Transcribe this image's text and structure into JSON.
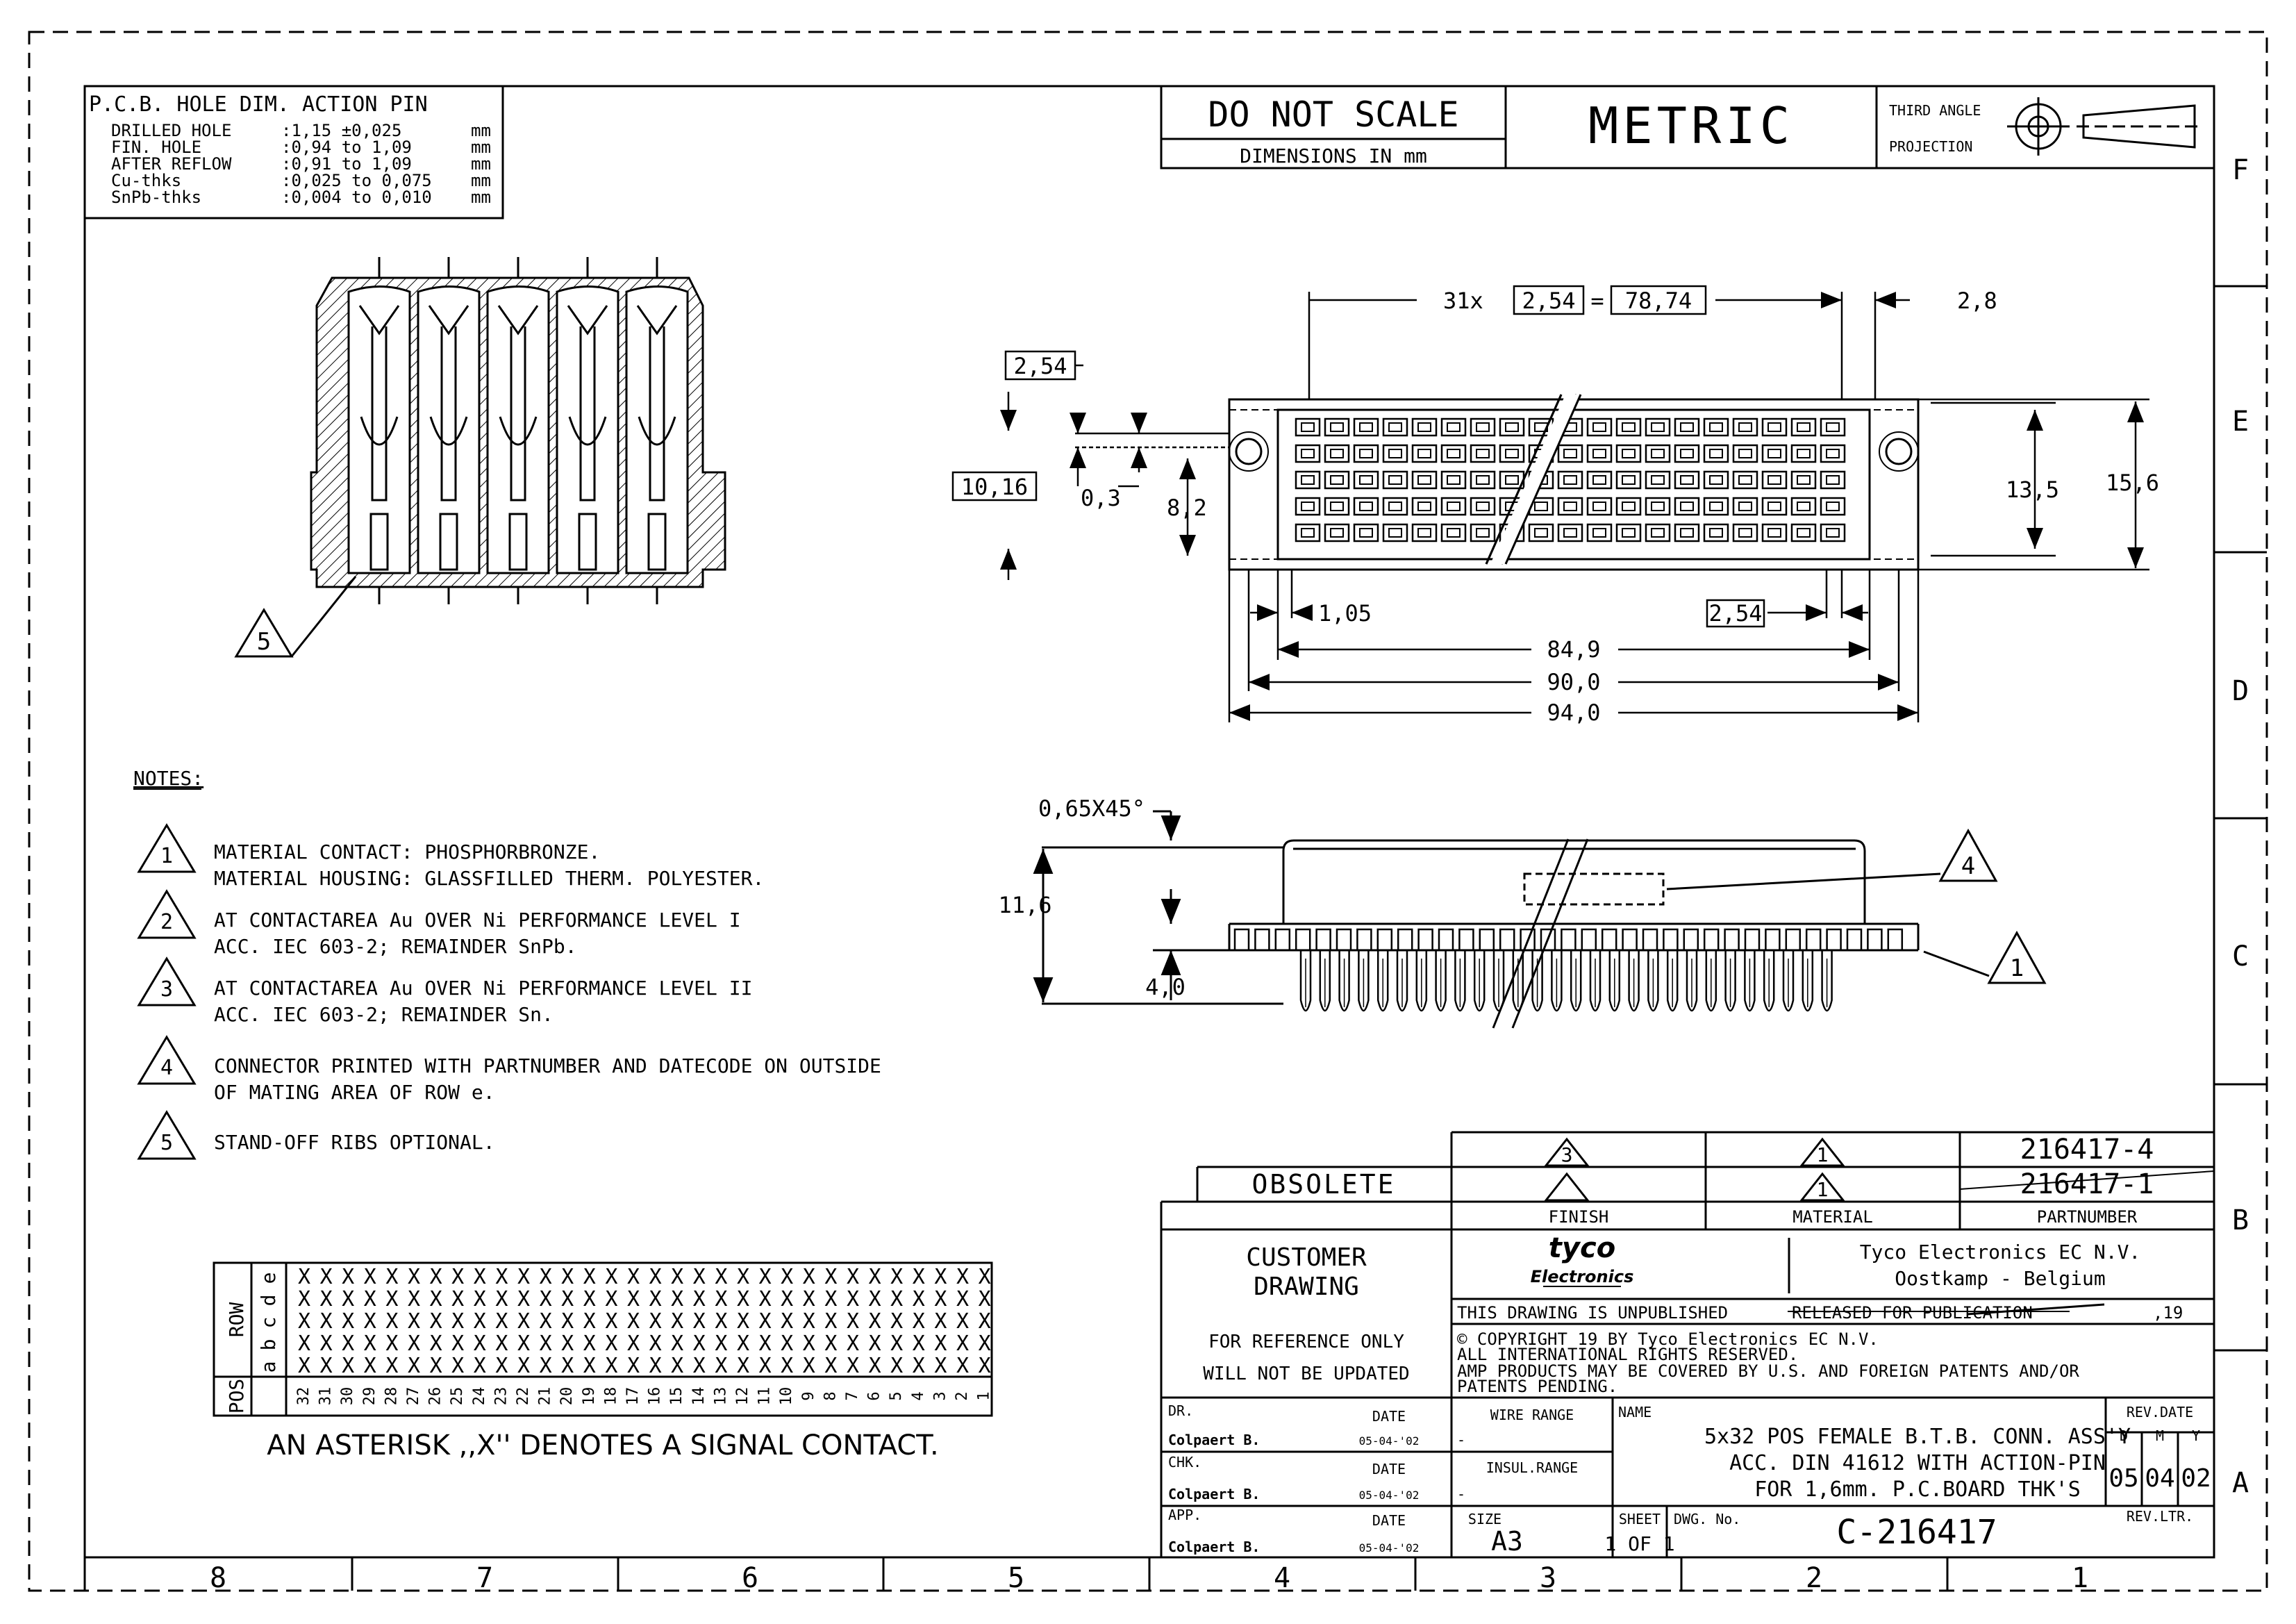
{
  "hole_table": {
    "title": "P.C.B. HOLE DIM. ACTION PIN",
    "rows": [
      {
        "label": "DRILLED HOLE",
        "value": ":1,15  ±0,025",
        "unit": "mm"
      },
      {
        "label": "FIN. HOLE",
        "value": ":0,94  to  1,09",
        "unit": "mm"
      },
      {
        "label": "AFTER REFLOW",
        "value": ":0,91  to  1,09",
        "unit": "mm"
      },
      {
        "label": "Cu-thks",
        "value": ":0,025 to  0,075",
        "unit": "mm"
      },
      {
        "label": "SnPb-thks",
        "value": ":0,004 to  0,010",
        "unit": "mm"
      }
    ]
  },
  "header": {
    "do_not_scale": "DO NOT SCALE",
    "dimensions_in_mm": "DIMENSIONS IN mm",
    "metric": "METRIC",
    "third_angle": "THIRD ANGLE",
    "projection": "PROJECTION"
  },
  "border": {
    "columns": [
      "8",
      "7",
      "6",
      "5",
      "4",
      "3",
      "2",
      "1"
    ],
    "rows": [
      "F",
      "E",
      "D",
      "C",
      "B",
      "A"
    ]
  },
  "dimensions": {
    "pitch_count": "31x",
    "pitch": "2,54",
    "equals": "=",
    "total_pitch": "78,74",
    "end_offset": "2,8",
    "row_pitch": "2,54",
    "rows_span": "10,16",
    "offset_small": "0,3",
    "offset_82": "8,2",
    "height_135": "13,5",
    "height_156": "15,6",
    "edge_105": "1,05",
    "pitch_bottom": "2,54",
    "len_849": "84,9",
    "len_900": "90,0",
    "len_940": "94,0",
    "chamfer": "0,65X45°",
    "height_116": "11,6",
    "standoff_40": "4,0"
  },
  "callouts": {
    "c1": "1",
    "c4": "4",
    "c5": "5"
  },
  "notes": {
    "title": "NOTES:",
    "items": [
      {
        "num": "1",
        "lines": [
          "MATERIAL CONTACT: PHOSPHORBRONZE.",
          "MATERIAL HOUSING: GLASSFILLED   THERM. POLYESTER."
        ]
      },
      {
        "num": "2",
        "lines": [
          "AT CONTACTAREA Au OVER Ni PERFORMANCE LEVEL I",
          "ACC. IEC 603-2; REMAINDER SnPb."
        ]
      },
      {
        "num": "3",
        "lines": [
          "AT CONTACTAREA Au OVER Ni PERFORMANCE LEVEL II",
          "ACC. IEC 603-2; REMAINDER Sn."
        ]
      },
      {
        "num": "4",
        "lines": [
          "CONNECTOR PRINTED WITH PARTNUMBER AND DATECODE ON OUTSIDE",
          "OF MATING AREA OF ROW e."
        ]
      },
      {
        "num": "5",
        "lines": [
          "STAND-OFF RIBS OPTIONAL."
        ]
      }
    ]
  },
  "pin_table": {
    "row_label": "ROW",
    "pos_label": "POS",
    "rows": [
      "e",
      "d",
      "c",
      "b",
      "a"
    ],
    "mark": "X",
    "positions": [
      "32",
      "31",
      "30",
      "29",
      "28",
      "27",
      "26",
      "25",
      "24",
      "23",
      "22",
      "21",
      "20",
      "19",
      "18",
      "17",
      "16",
      "15",
      "14",
      "13",
      "12",
      "11",
      "10",
      "9",
      "8",
      "7",
      "6",
      "5",
      "4",
      "3",
      "2",
      "1"
    ],
    "caption": "AN ASTERISK ,,X'' DENOTES A SIGNAL CONTACT."
  },
  "title_block": {
    "obsolete": "OBSOLETE",
    "finish_tri": "3",
    "finish_tri2": "",
    "material_tri": "1",
    "material_tri2": "1",
    "part_1": "216417-4",
    "part_2": "216417-1",
    "finish": "FINISH",
    "material": "MATERIAL",
    "partnumber": "PARTNUMBER",
    "customer": "CUSTOMER",
    "drawing": "DRAWING",
    "ref_only": "FOR REFERENCE ONLY",
    "not_updated": "WILL NOT BE UPDATED",
    "logo_1": "tyco",
    "logo_2": "Electronics",
    "company": "Tyco Electronics EC N.V.",
    "location": "Oostkamp  -  Belgium",
    "unpublished": "THIS DRAWING IS UNPUBLISHED",
    "released": "RELEASED FOR PUBLICATION",
    "year": ",19",
    "copyright": "© COPYRIGHT 19        BY Tyco Electronics EC N.V.",
    "rights": "ALL INTERNATIONAL RIGHTS RESERVED.",
    "amp_products": "AMP PRODUCTS MAY BE COVERED BY U.S. AND FOREIGN PATENTS AND/OR",
    "patents": "PATENTS PENDING.",
    "dr": "DR.",
    "chk": "CHK.",
    "app": "APP.",
    "date": "DATE",
    "person": "Colpaert B.",
    "date_val": "05-04-'02",
    "wire_range": "WIRE RANGE",
    "insul_range": "INSUL.RANGE",
    "dash": "-",
    "name": "NAME",
    "desc_1": "5x32 POS FEMALE B.T.B. CONN. ASS'Y",
    "desc_2": "ACC. DIN 41612 WITH ACTION-PIN",
    "desc_3": "FOR 1,6mm. P.C.BOARD THK'S",
    "rev_date": "REV.DATE",
    "d": "D",
    "m": "M",
    "y": "Y",
    "rev_d": "05",
    "rev_m": "04",
    "rev_y": "02",
    "size": "SIZE",
    "size_val": "A3",
    "sheet": "SHEET",
    "sheet_val": "1 OF 1",
    "dwg_no": "DWG. No.",
    "dwg_val": "C-216417",
    "rev_ltr": "REV.LTR."
  }
}
